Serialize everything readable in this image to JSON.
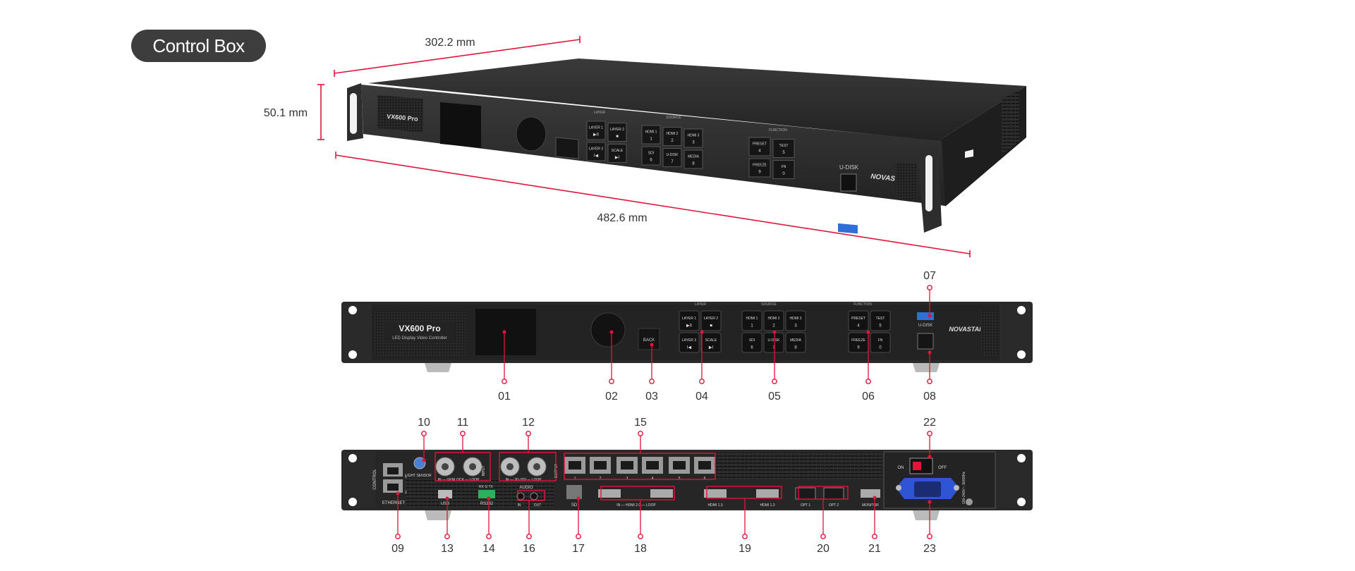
{
  "title": "Control Box",
  "dimensions": {
    "depth": "302.2 mm",
    "height": "50.1 mm",
    "width": "482.6 mm"
  },
  "brand": "NOVASTAR",
  "model": "VX600 Pro",
  "model_subtitle": "LED Display Video Controller",
  "front_panel": {
    "back_label": "BACK",
    "udisk_label": "U-DISK",
    "group_layer": "LAYER",
    "group_source": "SOURCE",
    "group_function": "FUNCTION",
    "layer_buttons": [
      {
        "top": "LAYER 1",
        "bottom": "▶II"
      },
      {
        "top": "LAYER 2",
        "bottom": "■"
      },
      {
        "top": "LAYER 3",
        "bottom": "I◀"
      },
      {
        "top": "SCALE",
        "bottom": "▶I"
      }
    ],
    "source_buttons": [
      {
        "top": "HDMI 1",
        "bottom": "1"
      },
      {
        "top": "HDMI 2",
        "bottom": "2"
      },
      {
        "top": "HDMI 3",
        "bottom": "3"
      },
      {
        "top": "SDI",
        "bottom": "6"
      },
      {
        "top": "U-DISK",
        "bottom": "7"
      },
      {
        "top": "MEDIA",
        "bottom": "8"
      }
    ],
    "function_buttons": [
      {
        "top": "PRESET",
        "bottom": "4"
      },
      {
        "top": "TEST",
        "bottom": "5"
      },
      {
        "top": "FREEZE",
        "bottom": "9"
      },
      {
        "top": "FN",
        "bottom": "0"
      }
    ]
  },
  "rear_panel": {
    "ethernet": "ETHERNET",
    "control": "CONTROL",
    "light_sensor": "LIGHT SENSOR",
    "genlock": "IN — GENLOCK — LOOP",
    "sdi": "IN — 3G-SDI — LOOP",
    "input": "INPUT",
    "output": "OUTPUT",
    "usb": "USB",
    "rs232": "RS232",
    "rs232_pins": "RX G TX",
    "audio": "AUDIO",
    "audio_in": "IN",
    "audio_out": "OUT",
    "sd": "SD",
    "hdmi20": "IN — HDMI 2.0 — LOOP",
    "hdmi13a": "HDMI 1.3",
    "hdmi13b": "HDMI 1.3",
    "opt1": "OPT 1",
    "opt2": "OPT 2",
    "monitor": "MONITOR",
    "on": "ON",
    "off": "OFF",
    "power_spec": "100-240V~, 50/60Hz",
    "port_numbers": [
      "1",
      "2",
      "3",
      "4",
      "5",
      "6"
    ]
  },
  "callouts": [
    "01",
    "02",
    "03",
    "04",
    "05",
    "06",
    "07",
    "08",
    "09",
    "10",
    "11",
    "12",
    "13",
    "14",
    "15",
    "16",
    "17",
    "18",
    "19",
    "20",
    "21",
    "22",
    "23"
  ],
  "colors": {
    "callout": "#e2143a",
    "badge": "#3d3d3d",
    "chassis": "#2b2b2b",
    "chassis_dark": "#1c1c1c",
    "usb_blue": "#2f6fd8",
    "power_socket": "#2f55d4"
  }
}
